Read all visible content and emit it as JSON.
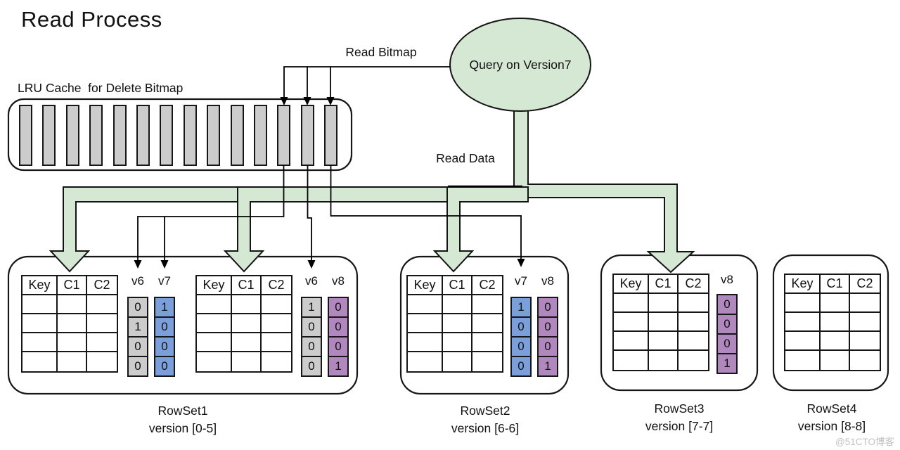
{
  "title": "Read Process",
  "query_node": {
    "label": "Query on Version7"
  },
  "flow_labels": {
    "read_bitmap": "Read Bitmap",
    "read_data": "Read Data"
  },
  "lru_cache": {
    "label": "LRU Cache  for Delete Bitmap",
    "slot_count": 14
  },
  "table_headers": [
    "Key",
    "C1",
    "C2"
  ],
  "rowsets": [
    {
      "name": "RowSet1",
      "version": "version [0-5]",
      "bitmaps": [
        {
          "label": "v6",
          "color": "gray",
          "values": [
            "0",
            "1",
            "0",
            "0"
          ]
        },
        {
          "label": "v7",
          "color": "blue",
          "values": [
            "1",
            "0",
            "0",
            "0"
          ]
        },
        {
          "label": "v6",
          "color": "gray",
          "values": [
            "1",
            "0",
            "0",
            "0"
          ]
        },
        {
          "label": "v8",
          "color": "purple",
          "values": [
            "0",
            "0",
            "0",
            "1"
          ]
        }
      ]
    },
    {
      "name": "RowSet2",
      "version": "version [6-6]",
      "bitmaps": [
        {
          "label": "v7",
          "color": "blue",
          "values": [
            "1",
            "0",
            "0",
            "0"
          ]
        },
        {
          "label": "v8",
          "color": "purple",
          "values": [
            "0",
            "0",
            "0",
            "1"
          ]
        }
      ]
    },
    {
      "name": "RowSet3",
      "version": "version [7-7]",
      "bitmaps": [
        {
          "label": "v8",
          "color": "purple",
          "values": [
            "0",
            "0",
            "0",
            "1"
          ]
        }
      ]
    },
    {
      "name": "RowSet4",
      "version": "version [8-8]",
      "bitmaps": []
    }
  ],
  "watermark": "@51CTO博客",
  "colors": {
    "flow_green": "#d5e8d4",
    "slot_gray": "#cccccc",
    "bitmap_blue": "#7a9fdb",
    "bitmap_purple": "#b088bd",
    "outline": "#161616",
    "watermark_gray": "#c2c2c2"
  }
}
